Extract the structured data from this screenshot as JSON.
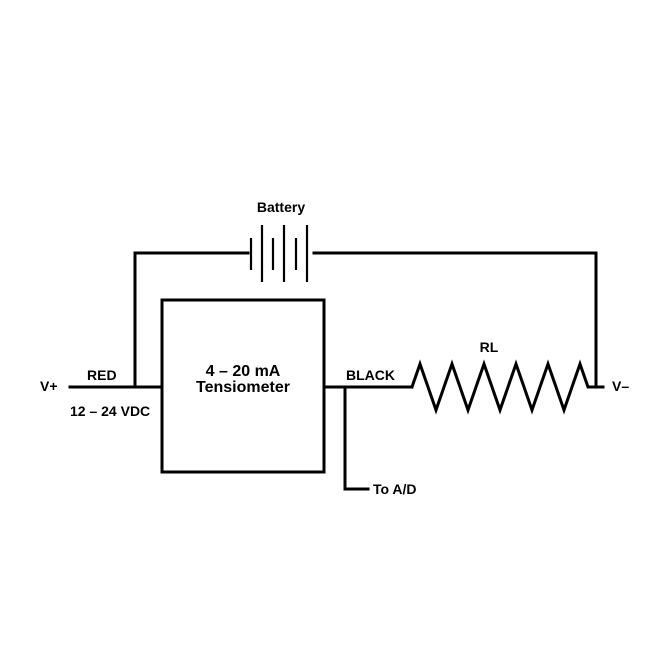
{
  "diagram": {
    "battery_label": "Battery",
    "box_line1": "4 – 20 mA",
    "box_line2": "Tensiometer",
    "v_plus": "V+",
    "red": "RED",
    "voltage": "12 – 24 VDC",
    "black": "BLACK",
    "rl": "RL",
    "v_minus": "V–",
    "to_ad": "To A/D"
  },
  "colors": {
    "ink": "#000000",
    "background": "#ffffff"
  }
}
